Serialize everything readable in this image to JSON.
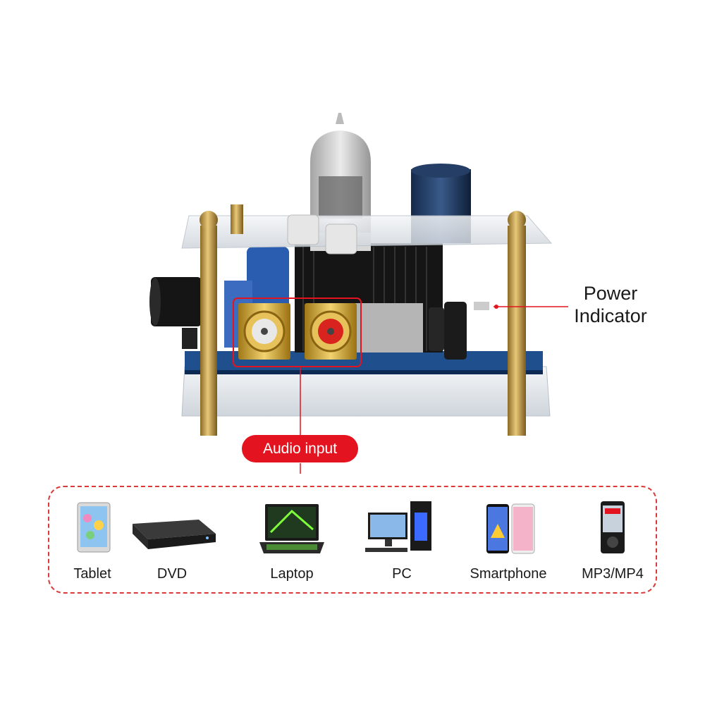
{
  "callouts": {
    "power_indicator": [
      "Power",
      "Indicator"
    ],
    "audio_input": "Audio input"
  },
  "devices": [
    {
      "label": "Tablet",
      "icon": "tablet-icon"
    },
    {
      "label": "DVD",
      "icon": "dvd-player-icon"
    },
    {
      "label": "Laptop",
      "icon": "laptop-icon"
    },
    {
      "label": "PC",
      "icon": "desktop-pc-icon"
    },
    {
      "label": "Smartphone",
      "icon": "smartphone-icon"
    },
    {
      "label": "MP3/MP4",
      "icon": "mp3-player-icon"
    }
  ],
  "colors": {
    "accent_red": "#e3141f",
    "dashed_border": "#d93a3a",
    "brass": "#c9a24a",
    "pcb_blue": "#1f4f8c"
  }
}
